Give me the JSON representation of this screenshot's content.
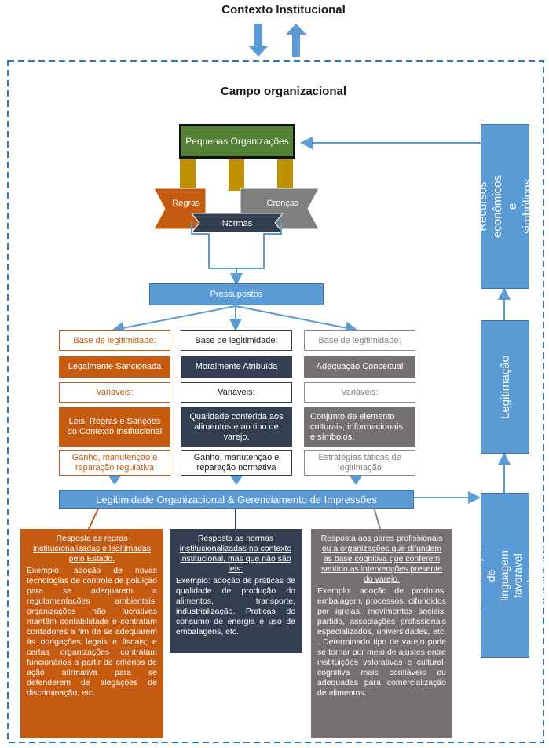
{
  "top_title": "Contexto Institucional",
  "field_title": "Campo organizacional",
  "top_node": "Pequenas  Organizações",
  "ribbons": {
    "left": "Regras",
    "right": "Crenças",
    "center": "Normas"
  },
  "pressupostos": "Pressupostos",
  "columns": [
    {
      "base": "Base de legitimidade:",
      "type": "Legalmente Sancionada",
      "vars_label": "Variáveis:",
      "vars": "Leis, Regras e Sanções do Contexto Institucional",
      "outcome": "Ganho, manutenção e reparação regulativa"
    },
    {
      "base": "Base de legitimidade:",
      "type": "Moralmente Atribuída",
      "vars_label": "Variáveis:",
      "vars": "Qualidade conferida aos alimentos e ao tipo de varejo.",
      "outcome": "Ganho, manutenção e reparação normativa"
    },
    {
      "base": "Base de legitimidade:",
      "type": "Adequação Conceitual",
      "vars_label": "Variáveis:",
      "vars": "Conjunto de elemento culturais, informacionais e símbolos.",
      "outcome": "Estratégias táticas de legitimação"
    }
  ],
  "main_bar": "Legitimidade Organizacional & Gerenciamento de Impressões",
  "panels": [
    {
      "heading": "Resposta as regras institucionalizadas e legitimadas pelo Estado.",
      "body": "Exemplo: adoção de novas tecnologias de controle de poluição para se adequarem a regulamentações ambientais; organizações não lucrativas mantêm contabilidade e contratam contadores a fim de se adequarem às obrigações legais e fiscais; e certas organizações contratam funcionários a partir de critérios de ação afirmativa para se defenderem de alegações de discriminação, etc."
    },
    {
      "heading": "Resposta as normas institucionalizadas no contexto institucional, mas que não são leis:",
      "body": "Exemplo: adoção de práticas de qualidade de produção do alimentos, transporte, industrialização. Praticas de consumo de energia e uso de embalagens, etc."
    },
    {
      "heading": "Resposta aos pares profissionais ou a organizações que difundem as base cognitiva que conferem sentido as intervenções presente do varejo.",
      "body": "Exemplo: adoção de produtos, embalagem, processos, difundidos por igrejas, movimentos sociais, partido, associações profissionais especializados, universidades, etc. . Determinado tipo de varejo pode se tornar por meio de ajustes entre instituições valorativas e cultural-cognitiva mais confiáveis ou adequadas para comercialização de alimentos."
    }
  ],
  "side": {
    "recursos": "Recursos econômicos e simbólicos",
    "legitimacao": "Legitimação",
    "formacao": "Formação e manutenção de linguagem favorável sobre a organização"
  },
  "colors": {
    "blue": "#5b9bd5",
    "orange": "#c55a11",
    "navy": "#333f50",
    "gray": "#767171",
    "green": "#548235",
    "gold": "#bf9000",
    "dashed_border": "#2e75b6"
  }
}
